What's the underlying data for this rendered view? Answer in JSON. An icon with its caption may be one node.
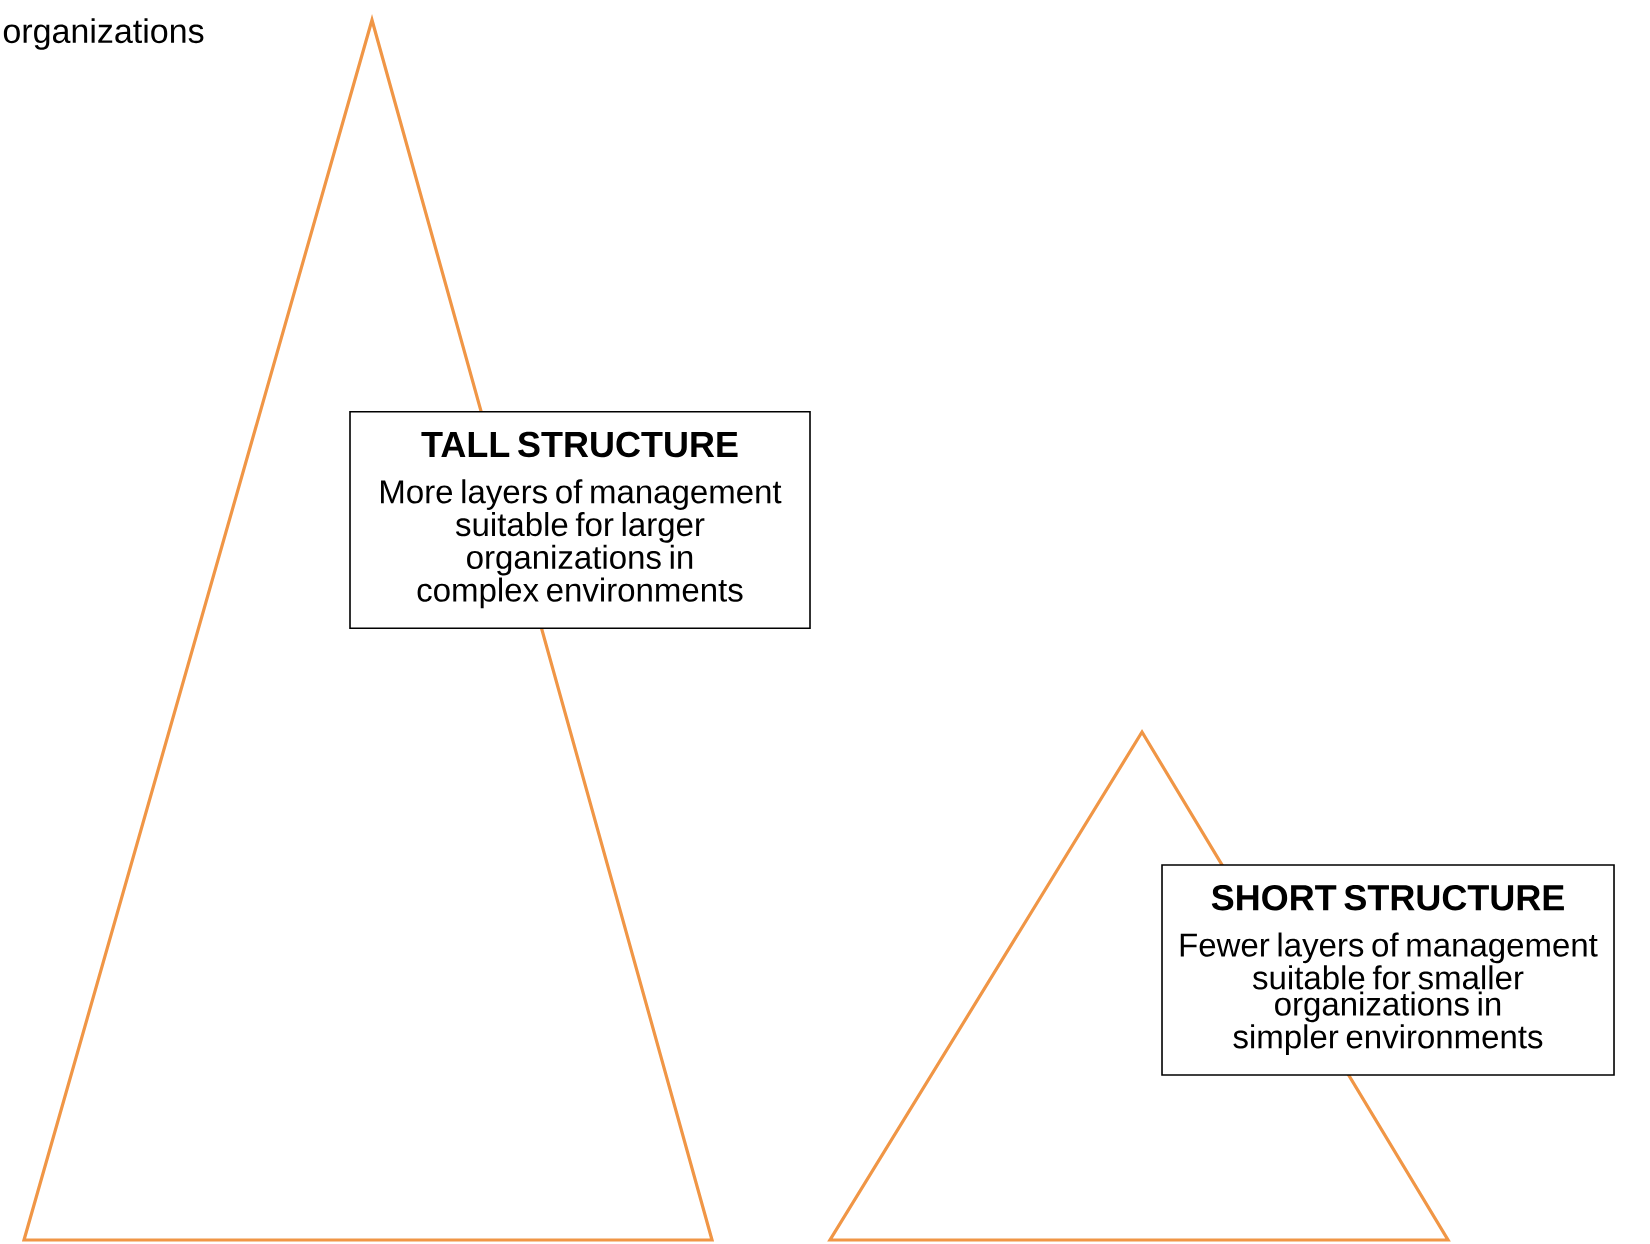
{
  "diagram": {
    "nodes": [
      {
        "text": [],
        "shape": "triangle"
      },
      {
        "text": [
          "TALL STRUCTURE",
          "More layers of management suitable for larger organizations in complex environments"
        ]
      },
      {
        "text": [],
        "shape": "triangle"
      },
      {
        "text": [
          "SHORT STRUCTURE",
          "Fewer layers of management suitable for smaller organizations in simpler environments"
        ]
      }
    ],
    "labels": [
      "organizations"
    ]
  }
}
